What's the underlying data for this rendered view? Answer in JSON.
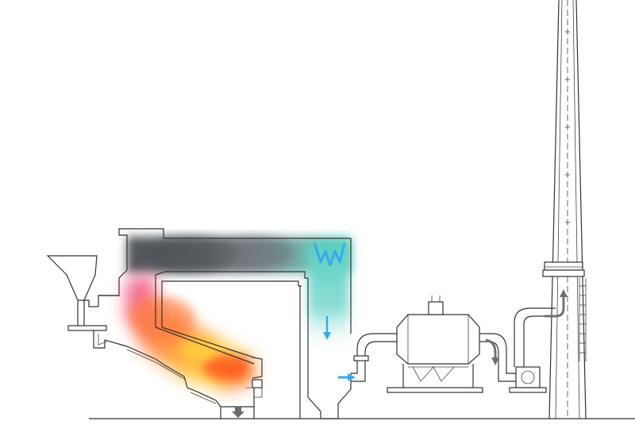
{
  "diagram": {
    "title": "",
    "components": [
      "fuel-hopper",
      "furnace",
      "flue-gas-duct",
      "boiler-pass",
      "cyclone-separator",
      "chimney-stack"
    ],
    "colors": {
      "flame_hot": "#ff6a2a",
      "flame_warm": "#ffd23a",
      "flame_pink": "#f05aa8",
      "smoke": "#5c6066",
      "cooling_gas": "#57cfc0",
      "flow_arrow_blue": "#3aa9ea",
      "flow_arrow_grey": "#707070",
      "line": "#333333"
    },
    "flow_arrows": [
      {
        "name": "gas-down-arrow",
        "color": "blue"
      },
      {
        "name": "gas-out-arrow",
        "color": "blue"
      },
      {
        "name": "ash-out-arrow",
        "color": "grey"
      },
      {
        "name": "separator-down-arrow",
        "color": "grey"
      },
      {
        "name": "chimney-up-arrow",
        "color": "grey"
      }
    ]
  }
}
